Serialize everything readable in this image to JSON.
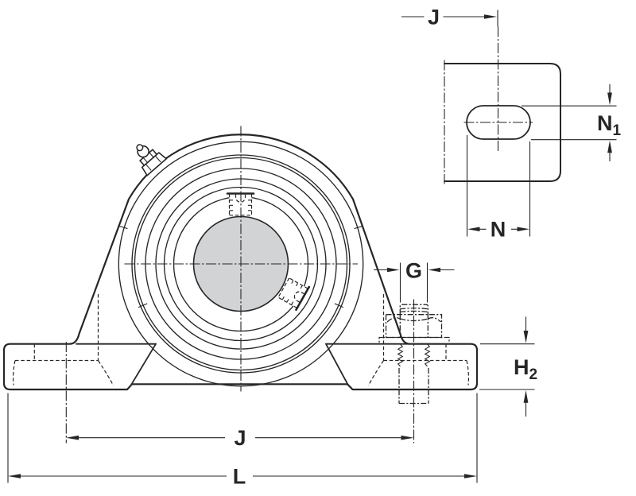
{
  "drawing": {
    "colors": {
      "line": "#262626",
      "bore_fill": "#d2d3d4",
      "background": "#ffffff"
    },
    "labels": {
      "j_top": "J",
      "n1_base": "N",
      "n1_sub": "1",
      "n": "N",
      "g": "G",
      "h2_base": "H",
      "h2_sub": "2",
      "j_bottom": "J",
      "l": "L"
    }
  }
}
